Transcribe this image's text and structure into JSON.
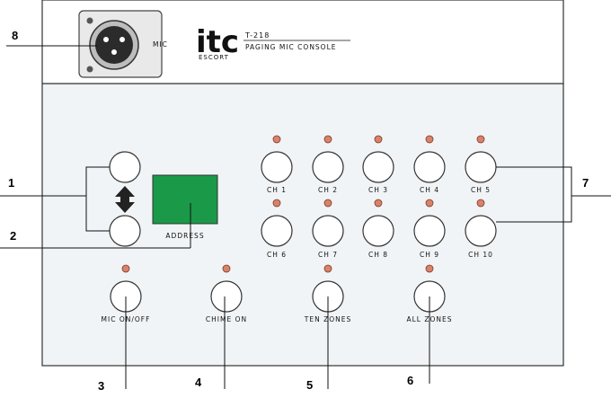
{
  "brand": {
    "logo_text": "itc",
    "logo_subtext": "ESCORT",
    "model": "T-218",
    "product_name": "PAGING MIC CONSOLE"
  },
  "mic_label": "MIC",
  "display_label": "ADDRESS",
  "channels": [
    "CH 1",
    "CH 2",
    "CH 3",
    "CH 4",
    "CH 5",
    "CH 6",
    "CH 7",
    "CH 8",
    "CH 9",
    "CH 10"
  ],
  "function_buttons": [
    "MIC ON/OFF",
    "CHIME ON",
    "TEN ZONES",
    "ALL ZONES"
  ],
  "callouts": [
    "1",
    "2",
    "3",
    "4",
    "5",
    "6",
    "7",
    "8"
  ],
  "colors": {
    "panel_top": "#ffffff",
    "panel_body": "#f1f4f6",
    "display": "#1a9a48",
    "led": "#d9826a",
    "outline": "#222222"
  }
}
